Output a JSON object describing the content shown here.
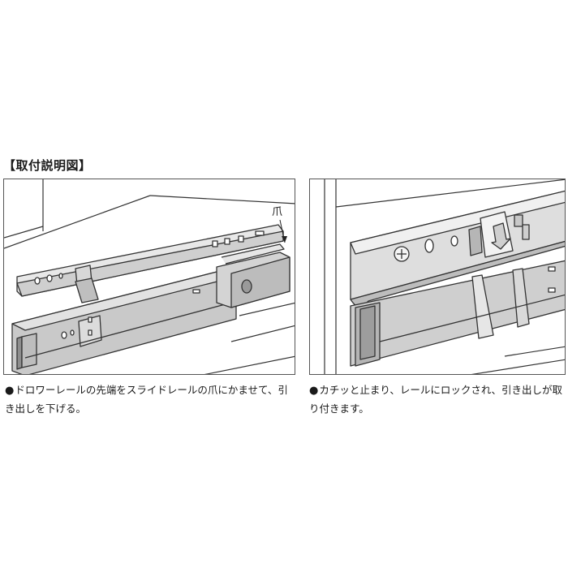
{
  "heading": "【取付説明図】",
  "left_figure": {
    "callout_label": "爪",
    "caption_bullet": "●",
    "caption": "ドロワーレールの先端をスライドレールの爪にかませて、引き出しを下げる。"
  },
  "right_figure": {
    "caption_bullet": "●",
    "caption": "カチッと止まり、レールにロックされ、引き出しが取り付きます。"
  }
}
